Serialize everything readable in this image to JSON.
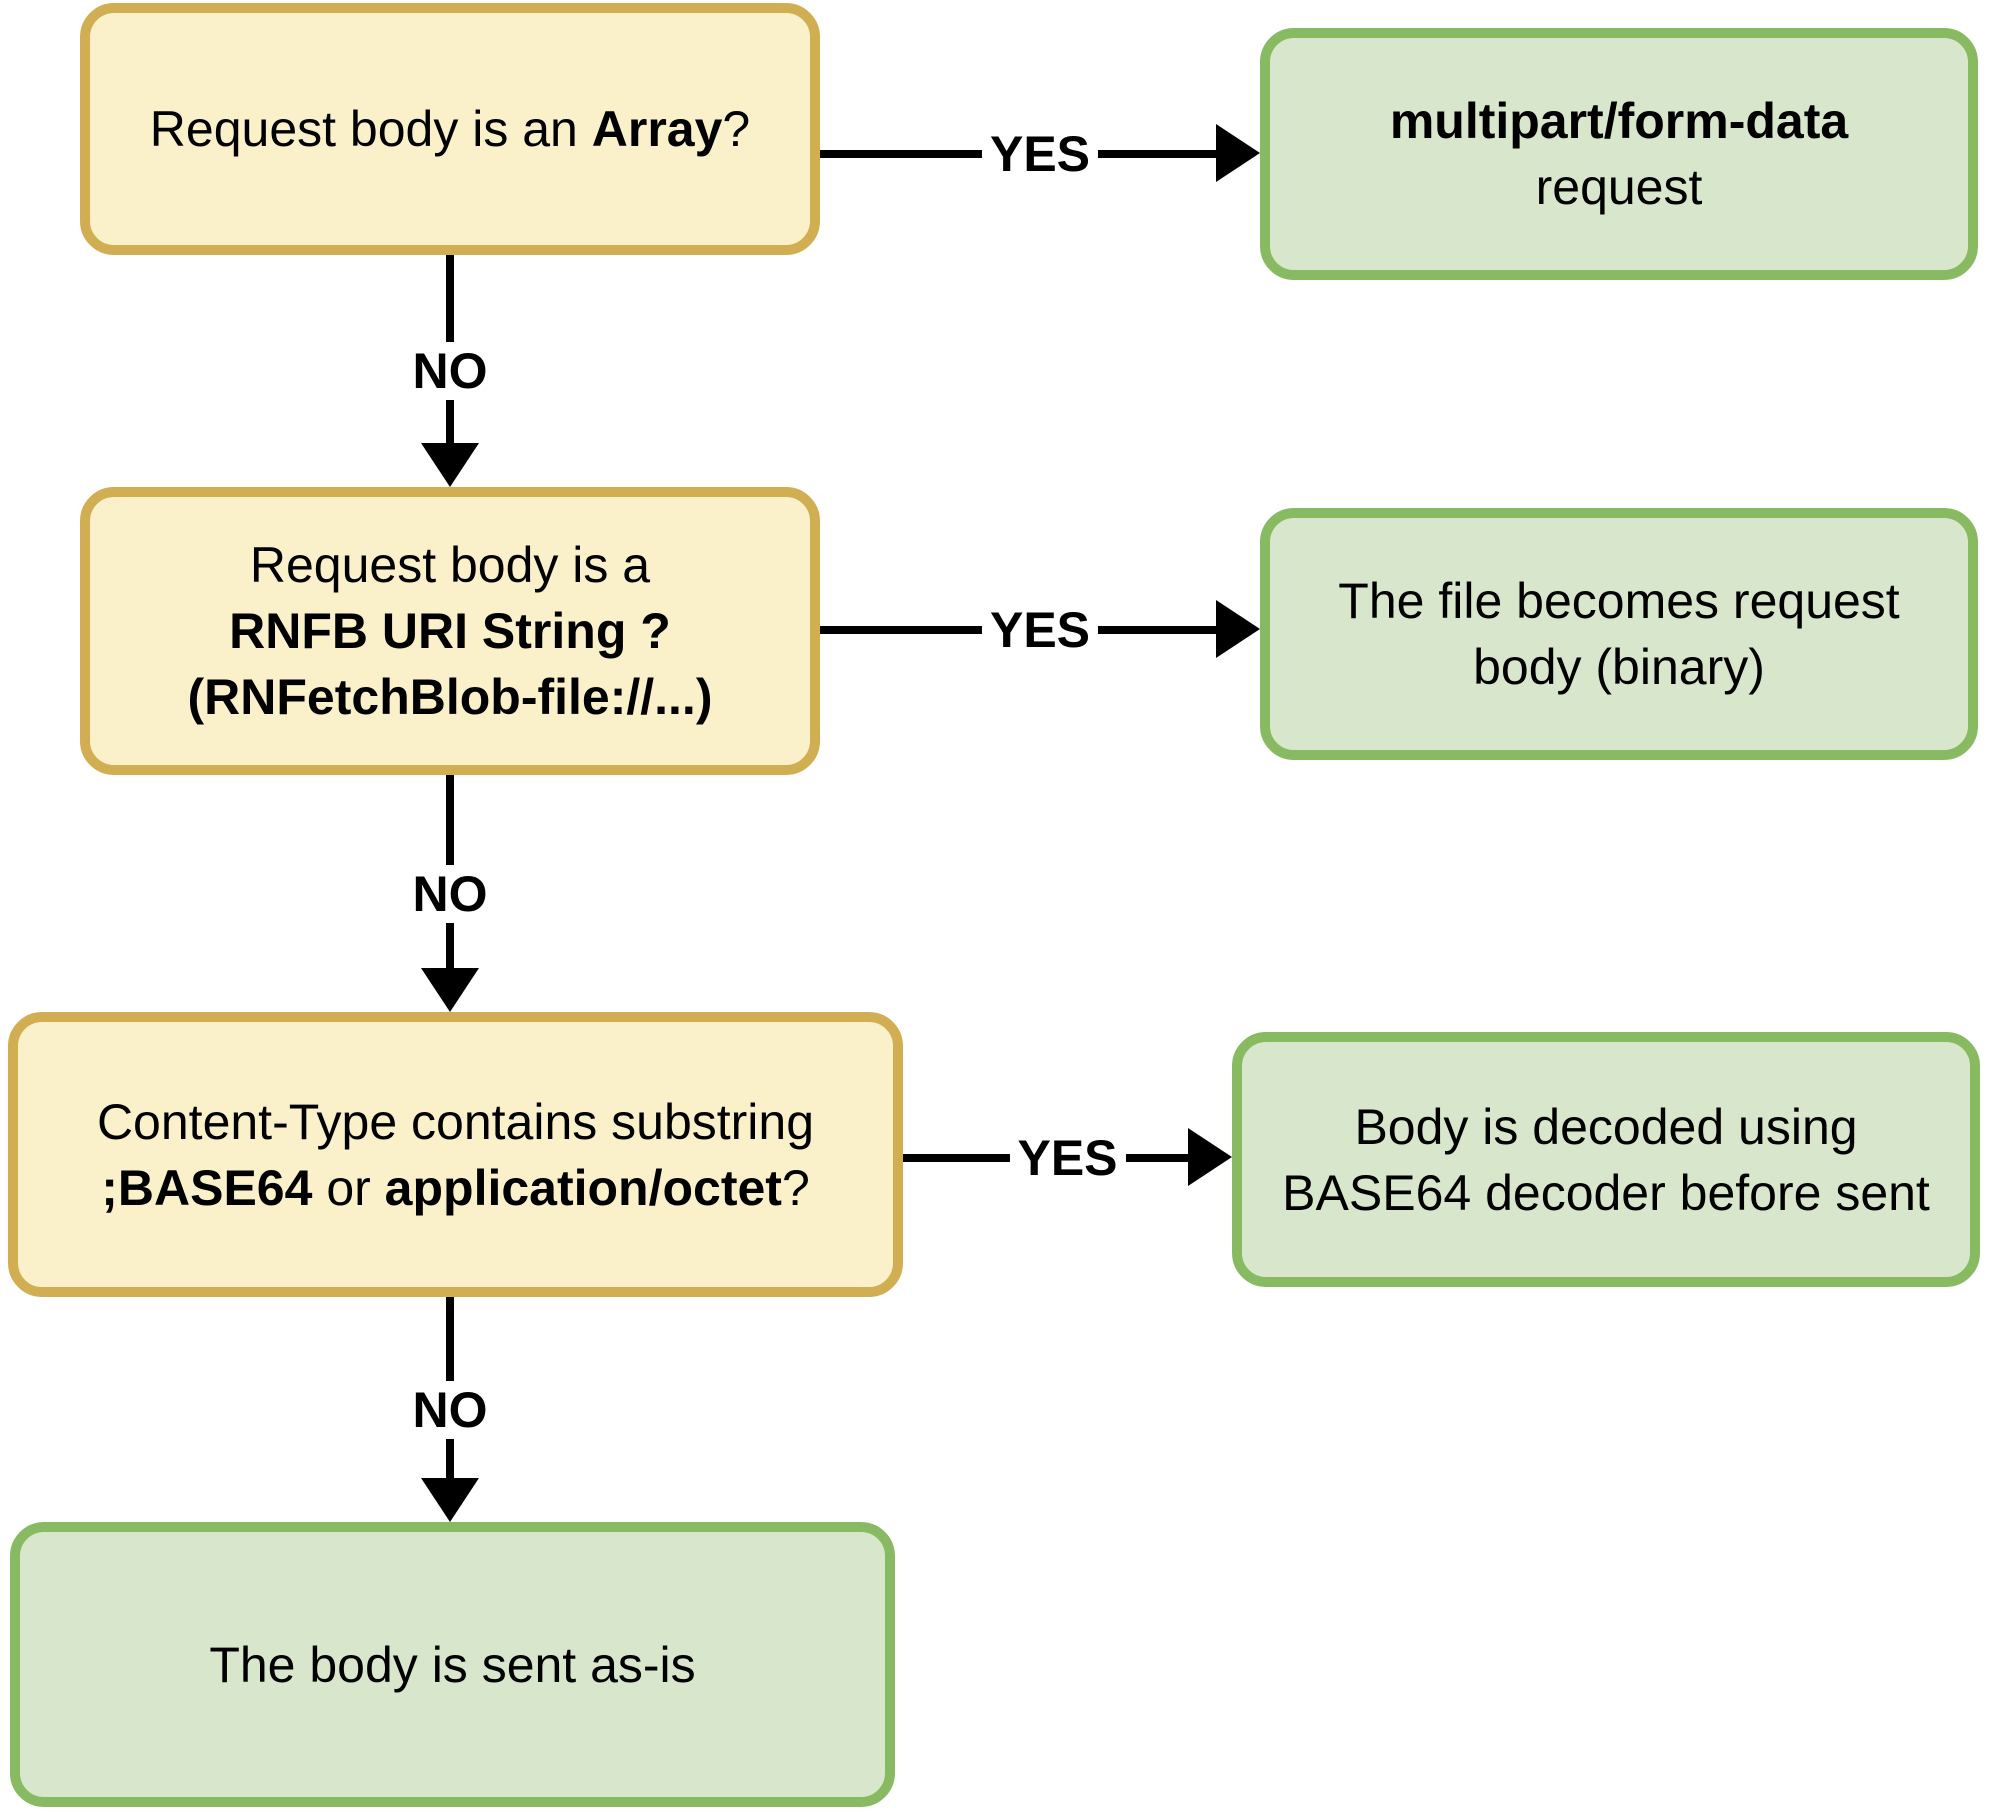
{
  "colors": {
    "question_fill": "#FAF0CA",
    "question_border": "#D2AE52",
    "result_fill": "#D8E7CC",
    "result_border": "#87BA61",
    "arrow": "#000000"
  },
  "nodes": {
    "q1": {
      "type": "question",
      "segments": [
        "Request body is an ",
        "Array",
        "?"
      ]
    },
    "a1": {
      "type": "result",
      "line1": "multipart/form-data",
      "line2": "request"
    },
    "q2": {
      "type": "question",
      "line1": "Request body is a",
      "line2": "RNFB URI String ?",
      "line3": "(RNFetchBlob-file://...)"
    },
    "a2": {
      "type": "result",
      "line1": "The file becomes request",
      "line2": "body (binary)"
    },
    "q3": {
      "type": "question",
      "line1": "Content-Type contains substring",
      "line2_seg1": ";BASE64",
      "line2_seg2": " or ",
      "line2_seg3": "application/octet",
      "line2_seg4": "?"
    },
    "a3": {
      "type": "result",
      "line1": "Body is decoded using",
      "line2": "BASE64 decoder before sent"
    },
    "a4": {
      "type": "result",
      "line1": "The body is sent as-is"
    }
  },
  "edges": {
    "q1_yes": {
      "label": "YES"
    },
    "q1_no": {
      "label": "NO"
    },
    "q2_yes": {
      "label": "YES"
    },
    "q2_no": {
      "label": "NO"
    },
    "q3_yes": {
      "label": "YES"
    },
    "q3_no": {
      "label": "NO"
    }
  }
}
